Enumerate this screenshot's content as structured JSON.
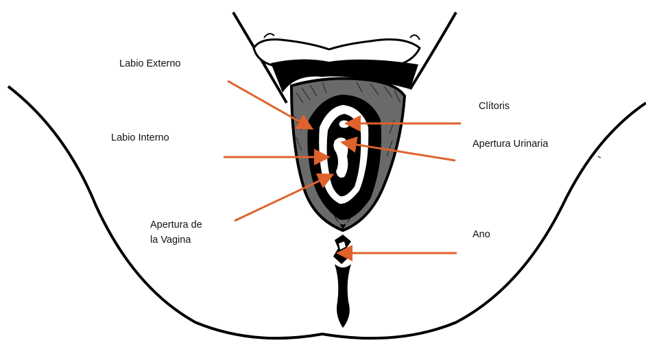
{
  "labels": {
    "labio_externo": "Labio Externo",
    "labio_interno": "Labio Interno",
    "apertura_vagina_1": "Apertura de",
    "apertura_vagina_2": "la Vagina",
    "clitoris": "Clítoris",
    "apertura_urinaria": "Apertura Urinaria",
    "ano": "Ano"
  },
  "colors": {
    "arrow": "#e0622b",
    "ink": "#000000",
    "background": "#ffffff"
  }
}
